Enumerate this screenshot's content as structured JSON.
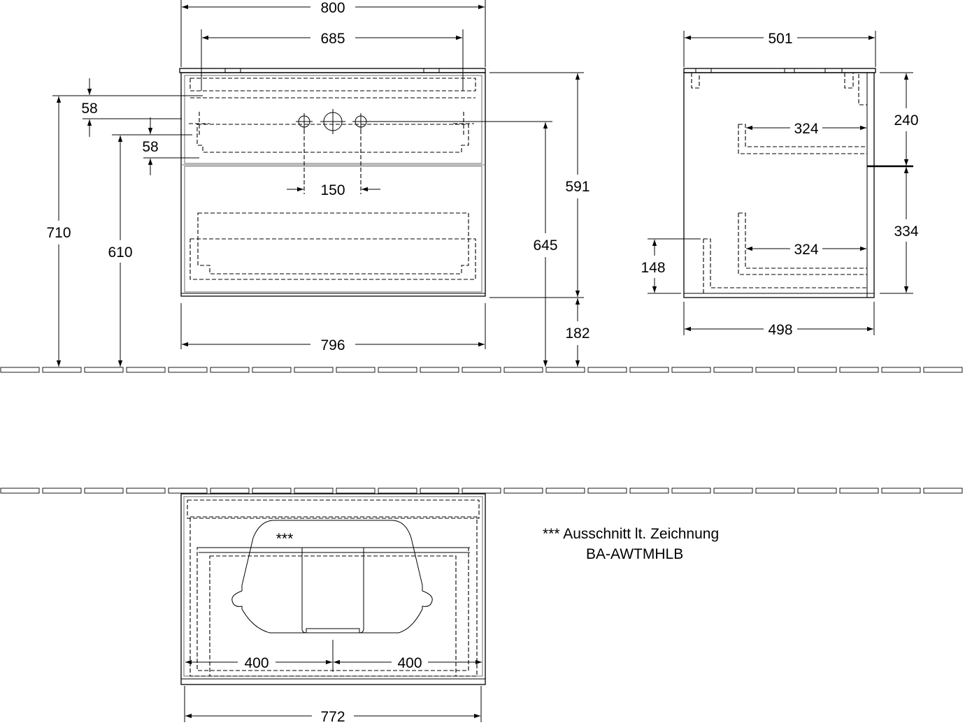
{
  "front_view": {
    "width_total": "800",
    "tap_spacing_outer": "685",
    "top_offset_1": "58",
    "top_offset_2": "58",
    "tap_spacing": "150",
    "height_total": "710",
    "height_to_taps": "610",
    "cabinet_height": "591",
    "height_to_top": "645",
    "floor_clearance": "182",
    "cabinet_width": "796"
  },
  "side_view": {
    "depth_total": "501",
    "drawer_depth_upper": "324",
    "drawer_depth_lower": "324",
    "upper_height": "240",
    "lower_height": "334",
    "bottom_offset": "148",
    "depth_body": "498"
  },
  "top_view": {
    "cutout_marker": "***",
    "left_half": "400",
    "right_half": "400",
    "inner_width": "772"
  },
  "note": {
    "line1": "*** Ausschnitt lt. Zeichnung",
    "line2": "BA-AWTMHLB"
  }
}
